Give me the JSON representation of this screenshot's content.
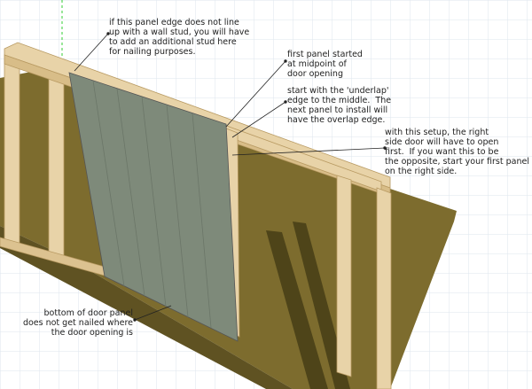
{
  "annotations": {
    "stud_note": "if this panel edge does not line\nup with a wall stud, you will have\nto add an additional stud here\nfor nailing purposes.",
    "first_panel_note": "first panel started\nat midpoint of\ndoor opening",
    "underlap_note": "start with the 'underlap'\nedge to the middle.  The\nnext panel to install will\nhave the overlap edge.",
    "door_open_note": "with this setup, the right\nside door will have to open\nfirst.  If you want this to be\nthe opposite, start your first panel\non the right side.",
    "bottom_note": "bottom of door panel\ndoes not get nailed where\nthe door opening is"
  },
  "colors": {
    "grid": "#dde6ee",
    "floor": "#7d6c2e",
    "wood": "#e8d3a8",
    "wood_edge": "#c9ab72",
    "panel": "#7e8a7a",
    "axis_green": "#33cc33"
  }
}
